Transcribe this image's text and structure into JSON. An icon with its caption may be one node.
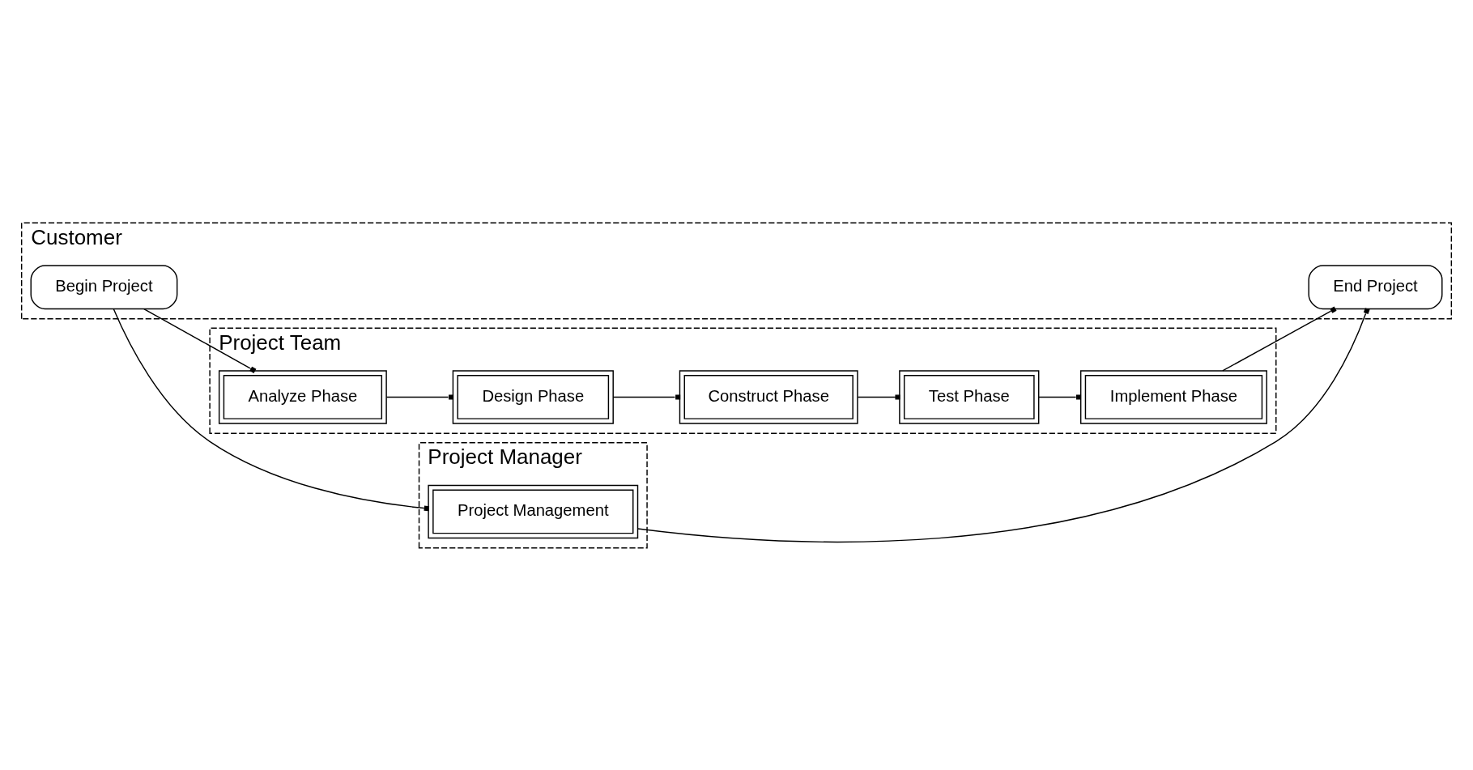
{
  "diagram": {
    "nodes": [
      {
        "text": [
          "Project Manager"
        ]
      },
      {
        "text": [
          "Project Management"
        ],
        "in": 0
      },
      {
        "text": [
          "Customer"
        ]
      },
      {
        "text": [
          "Begin Project"
        ],
        "in": 2
      },
      {
        "text": [
          "End Project"
        ],
        "in": 2
      },
      {
        "text": [
          "Project Team"
        ]
      },
      {
        "text": [
          "Analyze Phase"
        ],
        "in": 5
      },
      {
        "text": [
          "Design Phase"
        ],
        "in": 5
      },
      {
        "text": [
          "Construct Phase"
        ],
        "in": 5
      },
      {
        "text": [
          "Test Phase"
        ],
        "in": 5
      },
      {
        "text": [
          "Implement Phase"
        ],
        "in": 5
      }
    ],
    "edges": [
      {
        "from": 3,
        "to": 1,
        "arrow": "other"
      },
      {
        "from": 3,
        "to": 6,
        "arrow": "other"
      },
      {
        "from": 1,
        "to": 4,
        "arrow": "other"
      },
      {
        "from": 6,
        "to": 7,
        "arrow": "other"
      },
      {
        "from": 7,
        "to": 8,
        "arrow": "other"
      },
      {
        "from": 8,
        "to": 9,
        "arrow": "other"
      },
      {
        "from": 9,
        "to": 10,
        "arrow": "other"
      },
      {
        "from": 10,
        "to": 4,
        "arrow": "other"
      }
    ]
  }
}
